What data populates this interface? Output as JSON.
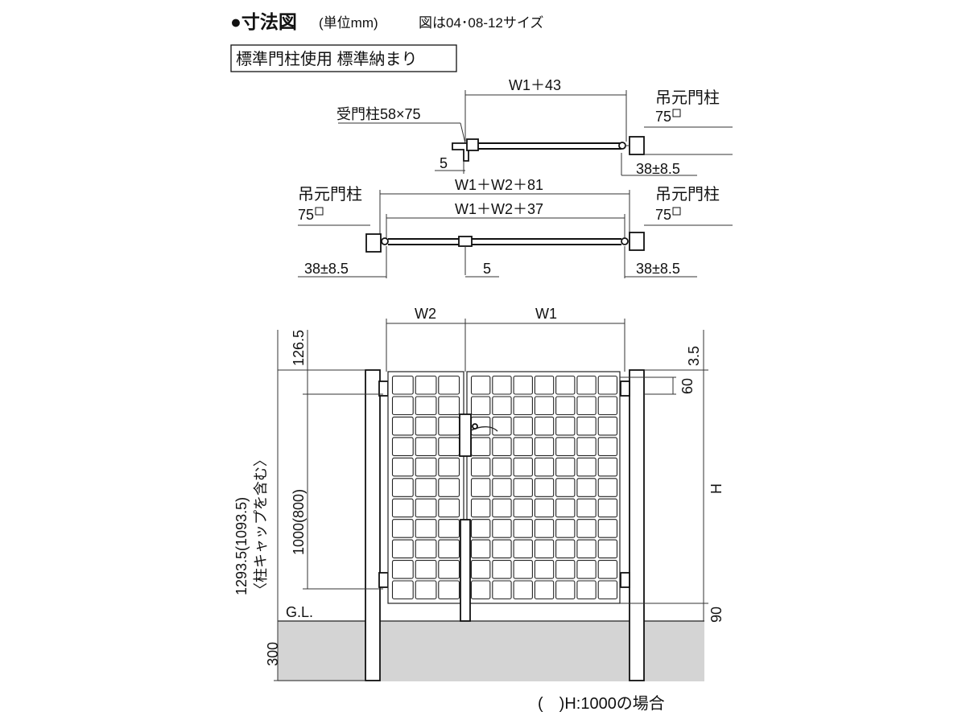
{
  "header": {
    "title": "●寸法図",
    "unit": "(単位mm)",
    "size_note": "図は04･08-12サイズ"
  },
  "spec_box": {
    "label": "標準門柱使用 標準納まり"
  },
  "plan_single": {
    "width_dim": "W1＋43",
    "receiver_post": "受門柱58×75",
    "hinge_post": "吊元門柱",
    "hinge_post_size": "75",
    "offset_left": "5",
    "offset_right": "38±8.5"
  },
  "plan_double": {
    "overall_dim": "W1＋W2＋81",
    "inner_dim": "W1＋W2＋37",
    "hinge_post_left": "吊元門柱",
    "hinge_post_left_size": "75",
    "hinge_post_right": "吊元門柱",
    "hinge_post_right_size": "75",
    "offset_left": "38±8.5",
    "offset_center": "5",
    "offset_right": "38±8.5"
  },
  "elevation": {
    "w2": "W2",
    "w1": "W1",
    "top_offset": "126.5",
    "overall_height": "1293.5(1093.5)",
    "overall_note": "〈柱キャップを含む〉",
    "panel_height": "1000(800)",
    "ground_label": "G.L.",
    "embed_depth": "300",
    "top_gap": "3.5",
    "hinge_offset": "60",
    "h_label": "H",
    "bottom_gap": "90"
  },
  "footnote": "(　)H:1000の場合",
  "colors": {
    "line": "#222222",
    "ground": "#d4d4d4"
  }
}
